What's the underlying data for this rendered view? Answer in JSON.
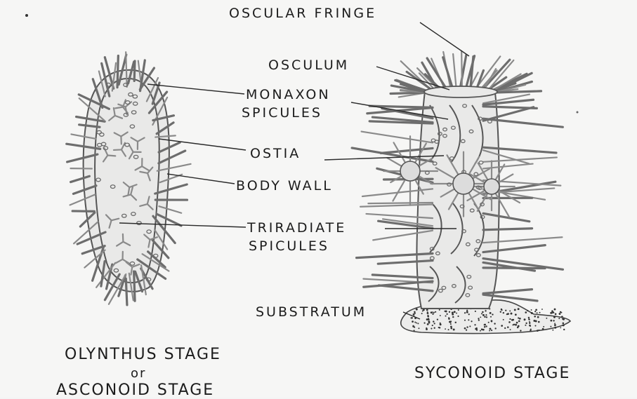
{
  "labels": {
    "oscular_fringe": "OSCULAR FRINGE",
    "osculum": "OSCULUM",
    "monaxon_1": "MONAXON",
    "monaxon_2": "SPICULES",
    "ostia": "OSTIA",
    "body_wall": "BODY WALL",
    "triradiate_1": "TRIRADIATE",
    "triradiate_2": "SPICULES",
    "substratum": "SUBSTRATUM"
  },
  "captions": {
    "left_line1": "OLYNTHUS STAGE",
    "left_line2": "or",
    "left_line3": "ASCONOID STAGE",
    "right": "SYCONOID STAGE"
  }
}
